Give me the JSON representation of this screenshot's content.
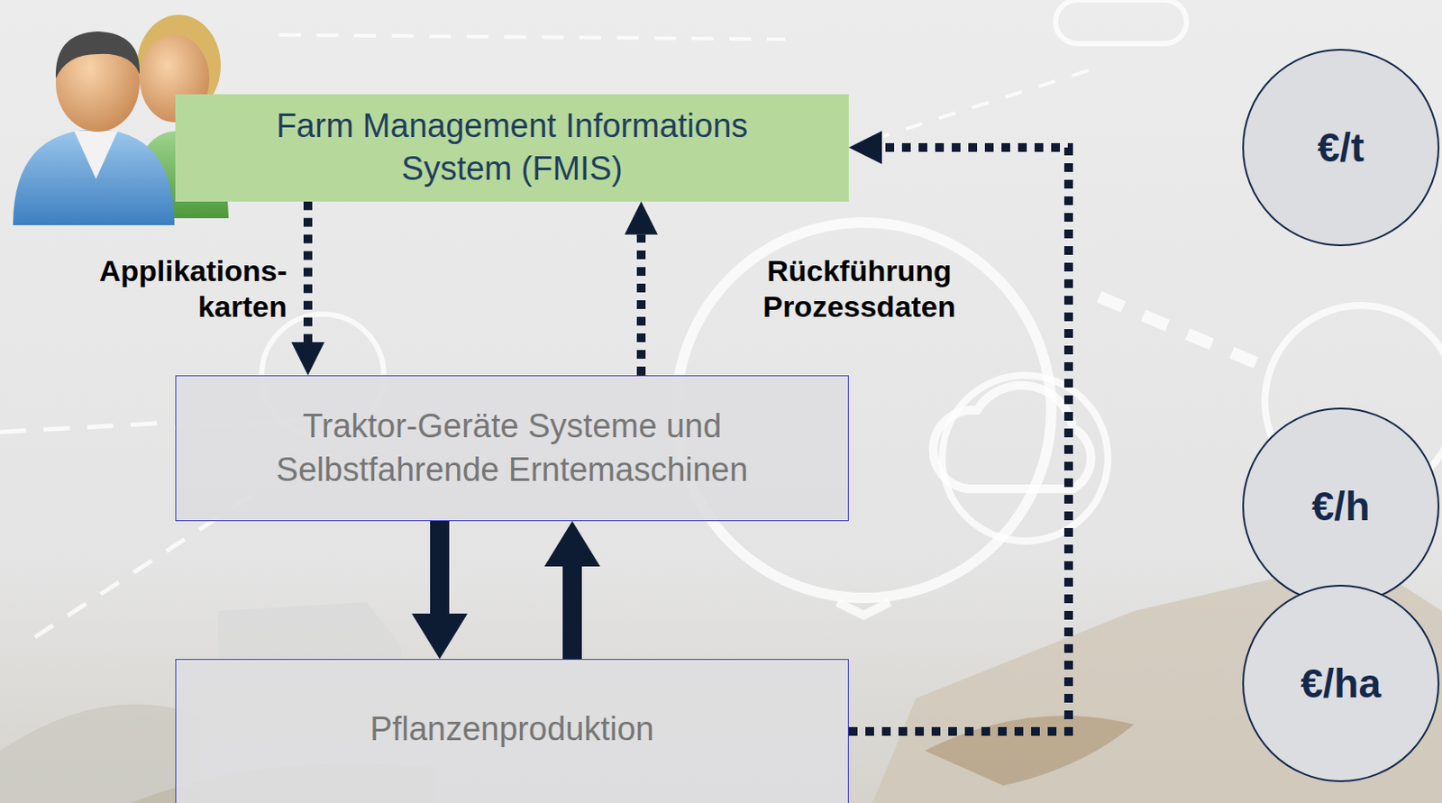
{
  "diagram": {
    "nodes": [
      {
        "text": [
          "Farm Management Informations System (FMIS)"
        ]
      },
      {
        "text": [
          "Traktor-Geräte Systeme und Selbstfahrende Erntemaschinen"
        ]
      },
      {
        "text": [
          "Pflanzenproduktion"
        ]
      },
      {
        "text": [
          "€/t"
        ]
      },
      {
        "text": [
          "€/h"
        ]
      },
      {
        "text": [
          "€/ha"
        ]
      }
    ],
    "edges": [
      {
        "from": 0,
        "to": 1,
        "arrow": "to",
        "label": "Applikations- karten"
      },
      {
        "from": 1,
        "to": 0,
        "arrow": "to",
        "label": "Rückführung Prozessdaten"
      },
      {
        "from": 1,
        "to": 2,
        "arrow": "to"
      },
      {
        "from": 2,
        "to": 1,
        "arrow": "to"
      },
      {
        "from": 2,
        "to": 0,
        "arrow": "to"
      }
    ]
  }
}
